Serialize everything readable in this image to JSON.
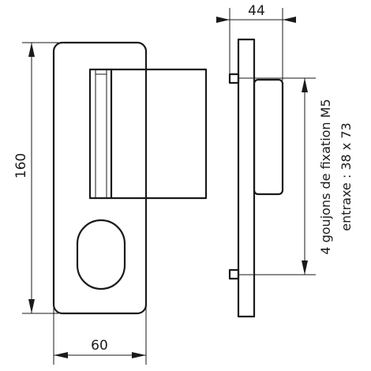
{
  "dimensions": {
    "height": "160",
    "width": "60",
    "depth": "44"
  },
  "note": {
    "line1": "4 goujons de  fixation M5",
    "line2": "entraxe : 38 x 73"
  }
}
